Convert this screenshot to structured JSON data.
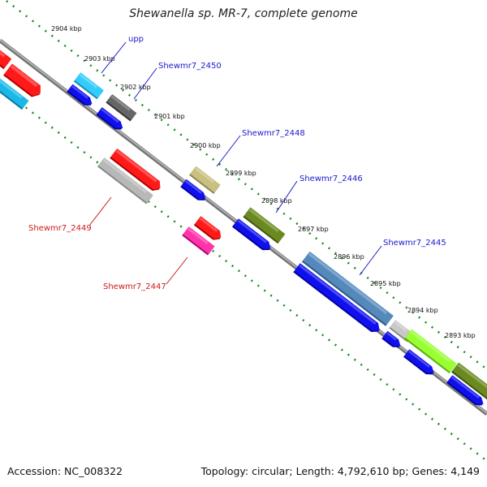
{
  "title": "Shewanella sp. MR-7, complete genome",
  "footer": {
    "accession": "Accession: NC_008322",
    "topology": "Topology: circular; Length: 4,792,610 bp; Genes: 4,149"
  },
  "kbp_labels": [
    "2904 kbp",
    "2903 kbp",
    "2902 kbp",
    "2901 kbp",
    "2900 kbp",
    "2899 kbp",
    "2898 kbp",
    "2897 kbp",
    "2896 kbp",
    "2895 kbp",
    "2894 kbp",
    "2893 kbp"
  ],
  "gene_labels_blue": [
    "upp",
    "Shewmr7_2450",
    "Shewmr7_2448",
    "Shewmr7_2446",
    "Shewmr7_2445"
  ],
  "gene_labels_red": [
    "Shewmr7_2449",
    "Shewmr7_2447"
  ],
  "colors": {
    "forward_strand": "#ff0000",
    "reverse_strand": "#0000ee",
    "backbone": "#888888",
    "tick": "#1a8a1a",
    "label_blue": "#1a1acc",
    "label_red": "#cc1a1a"
  }
}
